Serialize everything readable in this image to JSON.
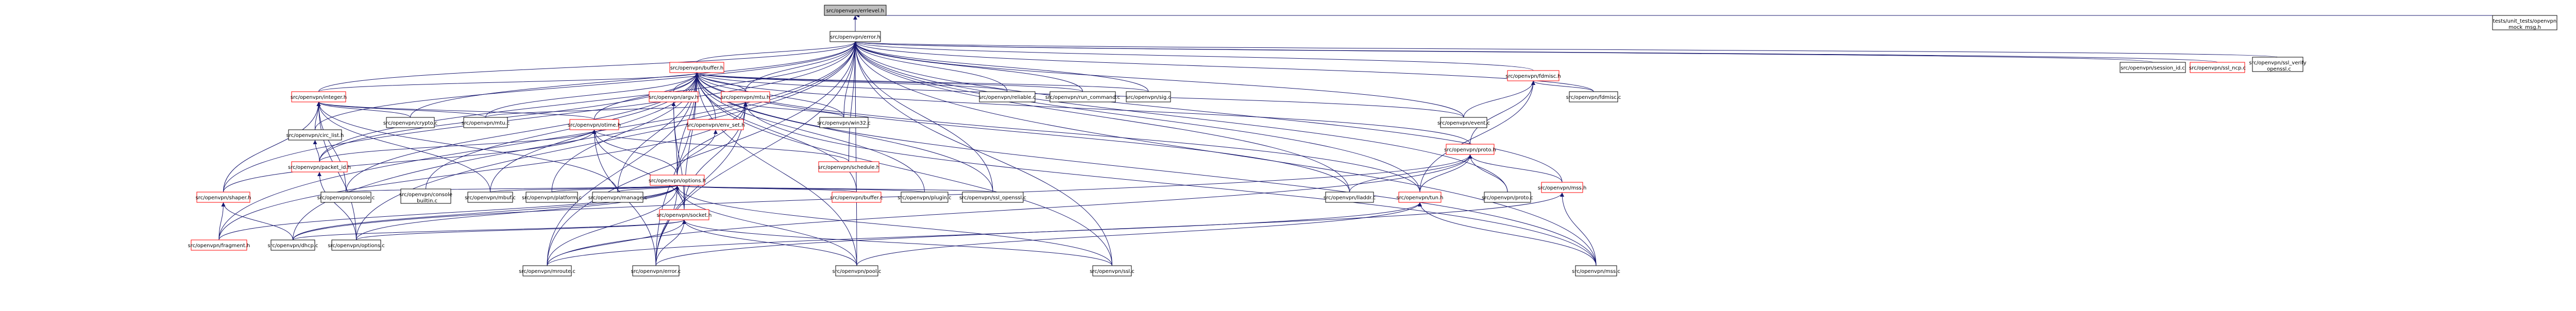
{
  "nodes": [
    {
      "id": "errlevel_h",
      "label": "src/openvpn/errlevel.h",
      "root": true,
      "red": false
    },
    {
      "id": "error_h",
      "label": "src/openvpn/error.h",
      "red": false
    },
    {
      "id": "mock_msg_h",
      "label": "tests/unit_tests/openvpn\nmock_msg.h",
      "red": false
    },
    {
      "id": "buffer_h",
      "label": "src/openvpn/buffer.h",
      "red": true
    },
    {
      "id": "session_id_c",
      "label": "src/openvpn/session_id.c",
      "red": false
    },
    {
      "id": "ssl_ncp_c",
      "label": "src/openvpn/ssl_ncp.c",
      "red": true
    },
    {
      "id": "ssl_verify_openssl_c",
      "label": "src/openvpn/ssl_verify\n_openssl.c",
      "red": false
    },
    {
      "id": "fdmisc_h",
      "label": "src/openvpn/fdmisc.h",
      "red": true
    },
    {
      "id": "integer_h",
      "label": "src/openvpn/integer.h",
      "red": true
    },
    {
      "id": "argv_h",
      "label": "src/openvpn/argv.h",
      "red": true
    },
    {
      "id": "mtu_h",
      "label": "src/openvpn/mtu.h",
      "red": true
    },
    {
      "id": "reliable_c",
      "label": "src/openvpn/reliable.c",
      "red": false
    },
    {
      "id": "run_command_c",
      "label": "src/openvpn/run_command.c",
      "red": false
    },
    {
      "id": "sig_c",
      "label": "src/openvpn/sig.c",
      "red": false
    },
    {
      "id": "fdmisc_c",
      "label": "src/openvpn/fdmisc.c",
      "red": false
    },
    {
      "id": "otime_h",
      "label": "src/openvpn/otime.h",
      "red": true
    },
    {
      "id": "env_set_h",
      "label": "src/openvpn/env_set.h",
      "red": true
    },
    {
      "id": "crypto_c",
      "label": "src/openvpn/crypto.c",
      "red": false
    },
    {
      "id": "mtu_c",
      "label": "src/openvpn/mtu.c",
      "red": false
    },
    {
      "id": "win32_c",
      "label": "src/openvpn/win32.c",
      "red": false
    },
    {
      "id": "event_c",
      "label": "src/openvpn/event.c",
      "red": false
    },
    {
      "id": "circ_list_h",
      "label": "src/openvpn/circ_list.h",
      "red": false
    },
    {
      "id": "packet_id_h",
      "label": "src/openvpn/packet_id.h",
      "red": true
    },
    {
      "id": "options_h",
      "label": "src/openvpn/options.h",
      "red": true
    },
    {
      "id": "schedule_h",
      "label": "src/openvpn/schedule.h",
      "red": true
    },
    {
      "id": "proto_h",
      "label": "src/openvpn/proto.h",
      "red": true
    },
    {
      "id": "shaper_h",
      "label": "src/openvpn/shaper.h",
      "red": true
    },
    {
      "id": "console_c",
      "label": "src/openvpn/console.c",
      "red": false
    },
    {
      "id": "console_builtin_c",
      "label": "src/openvpn/console\n_builtin.c",
      "red": false
    },
    {
      "id": "mbuf_c",
      "label": "src/openvpn/mbuf.c",
      "red": false
    },
    {
      "id": "platform_c",
      "label": "src/openvpn/platform.c",
      "red": false
    },
    {
      "id": "manage_c",
      "label": "src/openvpn/manage.c",
      "red": false
    },
    {
      "id": "socket_h",
      "label": "src/openvpn/socket.h",
      "red": true
    },
    {
      "id": "buffer_c",
      "label": "src/openvpn/buffer.c",
      "red": true
    },
    {
      "id": "plugin_c",
      "label": "src/openvpn/plugin.c",
      "red": false
    },
    {
      "id": "ssl_openssl_c",
      "label": "src/openvpn/ssl_openssl.c",
      "red": false
    },
    {
      "id": "tun_h",
      "label": "src/openvpn/tun.h",
      "red": true
    },
    {
      "id": "lladdr_c",
      "label": "src/openvpn/lladdr.c",
      "red": false
    },
    {
      "id": "proto_c",
      "label": "src/openvpn/proto.c",
      "red": false
    },
    {
      "id": "mss_h",
      "label": "src/openvpn/mss.h",
      "red": true
    },
    {
      "id": "fragment_h",
      "label": "src/openvpn/fragment.h",
      "red": true
    },
    {
      "id": "dhcp_c",
      "label": "src/openvpn/dhcp.c",
      "red": false
    },
    {
      "id": "options_c",
      "label": "src/openvpn/options.c",
      "red": false
    },
    {
      "id": "mroute_c",
      "label": "src/openvpn/mroute.c",
      "red": false
    },
    {
      "id": "error_c",
      "label": "src/openvpn/error.c",
      "red": false
    },
    {
      "id": "pool_c",
      "label": "src/openvpn/pool.c",
      "red": false
    },
    {
      "id": "ssl_c",
      "label": "src/openvpn/ssl.c",
      "red": false
    },
    {
      "id": "mss_c",
      "label": "src/openvpn/mss.c",
      "red": false
    }
  ]
}
